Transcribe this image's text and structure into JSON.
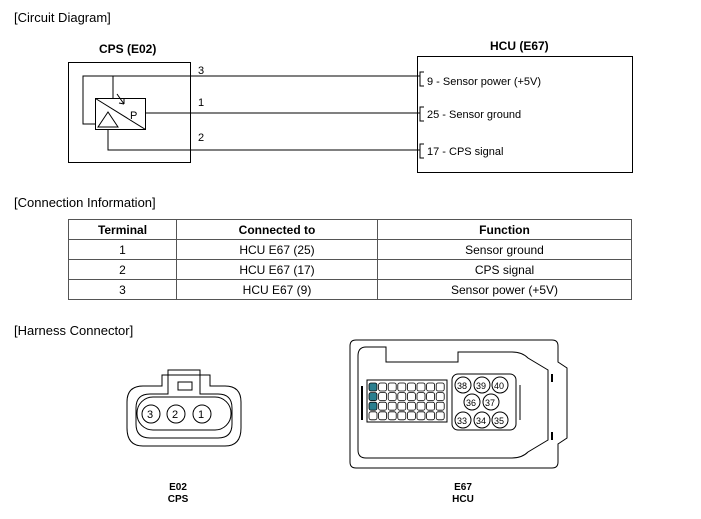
{
  "sections": {
    "circuit": "[Circuit Diagram]",
    "connection": "[Connection Information]",
    "harness": "[Harness Connector]"
  },
  "circuit": {
    "cps_title": "CPS (E02)",
    "hcu_title": "HCU (E67)",
    "sensor_symbol": "P",
    "wires": [
      {
        "pin": "3",
        "hcu_label": "9 - Sensor power (+5V)"
      },
      {
        "pin": "1",
        "hcu_label": "25 - Sensor ground"
      },
      {
        "pin": "2",
        "hcu_label": "17 - CPS signal"
      }
    ]
  },
  "table": {
    "headers": [
      "Terminal",
      "Connected to",
      "Function"
    ],
    "rows": [
      [
        "1",
        "HCU E67 (25)",
        "Sensor ground"
      ],
      [
        "2",
        "HCU E67 (17)",
        "CPS signal"
      ],
      [
        "3",
        "HCU E67 (9)",
        "Sensor power (+5V)"
      ]
    ]
  },
  "connectors": {
    "e02": {
      "code": "E02",
      "name": "CPS",
      "pins": [
        "3",
        "2",
        "1"
      ]
    },
    "e67": {
      "code": "E67",
      "name": "HCU",
      "large_pins": [
        "38",
        "39",
        "40",
        "36",
        "37",
        "33",
        "34",
        "35"
      ]
    }
  },
  "colors": {
    "line": "#000000",
    "table_border": "#555555",
    "pin_highlight": "#2a7f8f"
  }
}
